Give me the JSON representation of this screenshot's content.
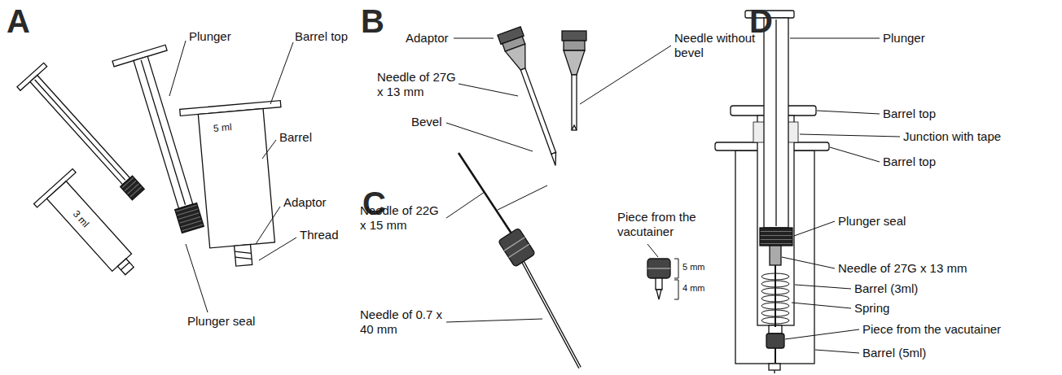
{
  "diagram": {
    "labels": [
      "A",
      "Plunger",
      "Barrel top",
      "Barrel",
      "Adaptor",
      "Thread",
      "Plunger seal",
      "3 ml",
      "5 ml",
      "B",
      "Adaptor",
      "Needle of 27G x 13 mm",
      "Bevel",
      "Needle without bevel",
      "C",
      "Needle of 22G x 15 mm",
      "Needle of 0.7 x 40 mm",
      "Piece from the vacutainer",
      "5 mm",
      "4 mm",
      "D",
      "Plunger",
      "Barrel top",
      "Junction with tape",
      "Barrel top",
      "Plunger seal",
      "Needle of 27G x 13 mm",
      "Barrel (3ml)",
      "Spring",
      "Piece from the vacutainer",
      "Barrel (5ml)"
    ]
  }
}
